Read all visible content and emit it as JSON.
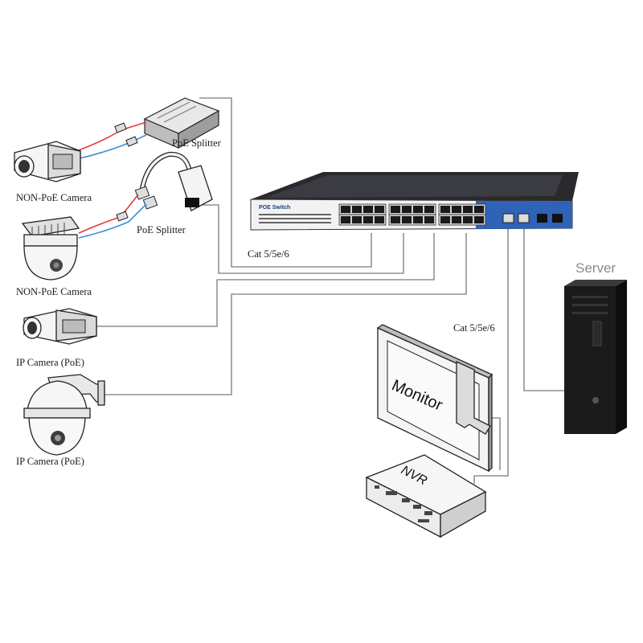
{
  "labels": {
    "non_poe_camera_1": "NON-PoE Camera",
    "non_poe_camera_2": "NON-PoE Camera",
    "ip_camera_1": "IP Camera (PoE)",
    "ip_camera_2": "IP Camera (PoE)",
    "poe_splitter_1": "PoE Splitter",
    "poe_splitter_2": "PoE Splitter",
    "cable_1": "Cat 5/5e/6",
    "cable_2": "Cat 5/5e/6",
    "server": "Server",
    "monitor": "Monitor",
    "nvr": "NVR",
    "switch_brand": "POE Switch"
  },
  "colors": {
    "switch_blue": "#2e63b8",
    "switch_panel": "#f2f2f2",
    "cable": "#7a7a7a",
    "wire_red": "#e23b3b",
    "wire_blue": "#3a8fd8",
    "server_body": "#1b1b1b"
  },
  "switch": {
    "rj45_ports": 24,
    "uplink_ports": 4
  }
}
